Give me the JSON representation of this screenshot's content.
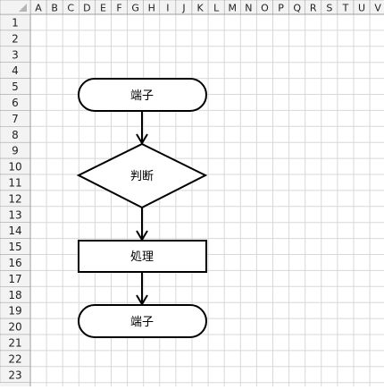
{
  "columns": [
    "A",
    "B",
    "C",
    "D",
    "E",
    "F",
    "G",
    "H",
    "I",
    "J",
    "K",
    "L",
    "M",
    "N",
    "O",
    "P",
    "Q",
    "R",
    "S",
    "T",
    "U",
    "V"
  ],
  "rows": [
    "1",
    "2",
    "3",
    "4",
    "5",
    "6",
    "7",
    "8",
    "9",
    "10",
    "11",
    "12",
    "13",
    "14",
    "15",
    "16",
    "17",
    "18",
    "19",
    "20",
    "21",
    "22",
    "23"
  ],
  "flowchart": {
    "start_label": "端子",
    "decision_label": "判断",
    "process_label": "処理",
    "end_label": "端子"
  },
  "colors": {
    "header_bg": "#f3f3f3",
    "header_text": "#1f1f1f",
    "gridline": "#d8d8d8",
    "header_border": "#9e9e9e",
    "shape_stroke": "#000000",
    "shape_fill": "#ffffff"
  }
}
